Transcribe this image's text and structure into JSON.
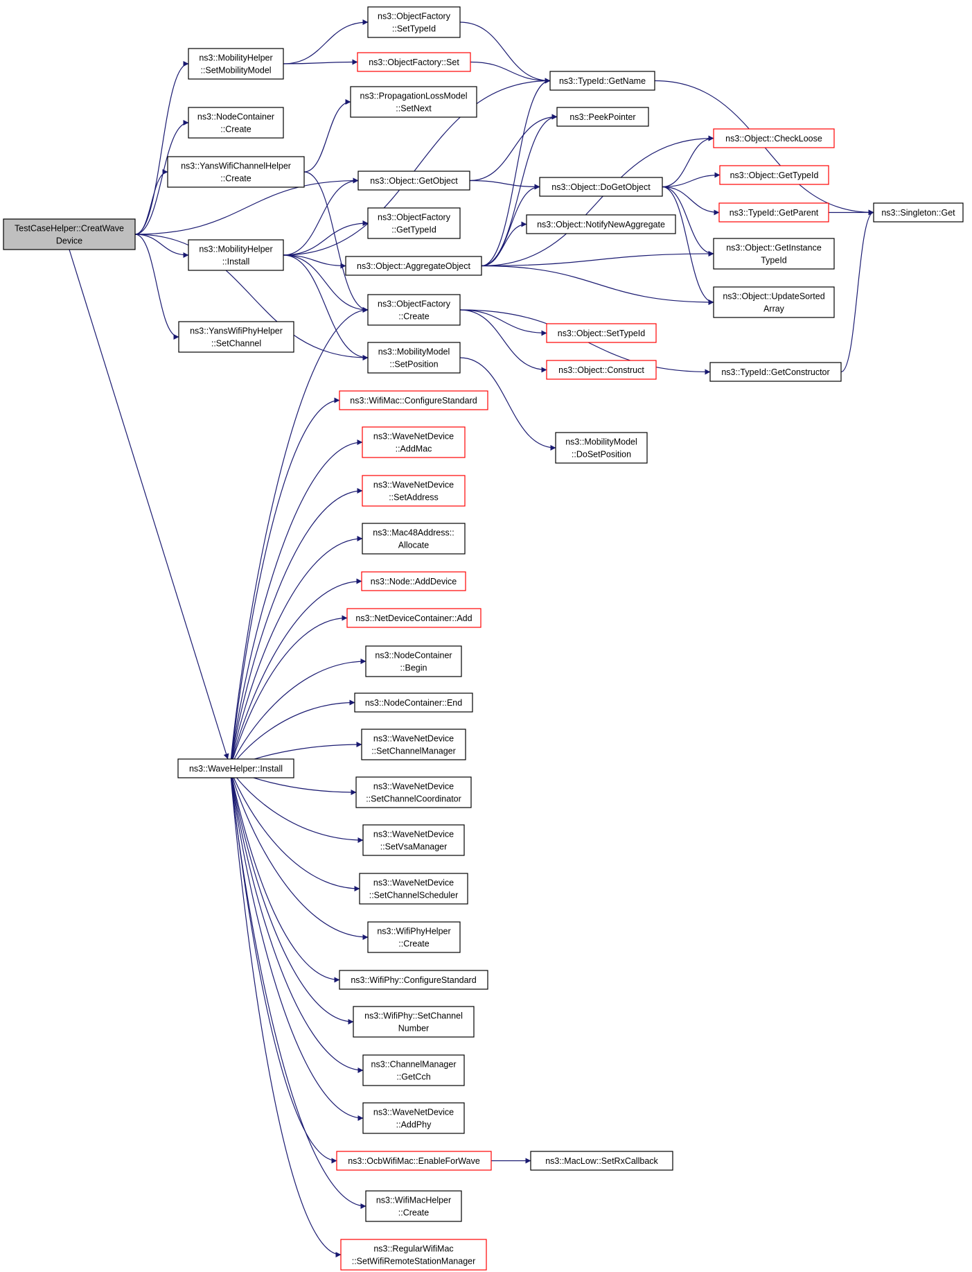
{
  "colors": {
    "edge": "#191970",
    "border_normal": "#000000",
    "border_truncated": "#ff0000",
    "root_fill": "#bfbfbf",
    "node_fill": "#ffffff"
  },
  "nodes": [
    {
      "id": "root",
      "lines": [
        "TestCaseHelper::CreatWave",
        "Device"
      ],
      "style": "root"
    },
    {
      "id": "mh_smm",
      "lines": [
        "ns3::MobilityHelper",
        "::SetMobilityModel"
      ],
      "style": "normal"
    },
    {
      "id": "nc_create",
      "lines": [
        "ns3::NodeContainer",
        "::Create"
      ],
      "style": "normal"
    },
    {
      "id": "ywch_create",
      "lines": [
        "ns3::YansWifiChannelHelper",
        "::Create"
      ],
      "style": "normal"
    },
    {
      "id": "mh_install",
      "lines": [
        "ns3::MobilityHelper",
        "::Install"
      ],
      "style": "normal"
    },
    {
      "id": "ywph_setch",
      "lines": [
        "ns3::YansWifiPhyHelper",
        "::SetChannel"
      ],
      "style": "normal"
    },
    {
      "id": "wh_install",
      "lines": [
        "ns3::WaveHelper::Install"
      ],
      "style": "normal"
    },
    {
      "id": "of_settypeid",
      "lines": [
        "ns3::ObjectFactory",
        "::SetTypeId"
      ],
      "style": "normal"
    },
    {
      "id": "of_set",
      "lines": [
        "ns3::ObjectFactory::Set"
      ],
      "style": "truncated"
    },
    {
      "id": "plm_setnext",
      "lines": [
        "ns3::PropagationLossModel",
        "::SetNext"
      ],
      "style": "normal"
    },
    {
      "id": "obj_getobject",
      "lines": [
        "ns3::Object::GetObject"
      ],
      "style": "normal"
    },
    {
      "id": "of_gettypeid",
      "lines": [
        "ns3::ObjectFactory",
        "::GetTypeId"
      ],
      "style": "normal"
    },
    {
      "id": "obj_aggregate",
      "lines": [
        "ns3::Object::AggregateObject"
      ],
      "style": "normal"
    },
    {
      "id": "of_create",
      "lines": [
        "ns3::ObjectFactory",
        "::Create"
      ],
      "style": "normal"
    },
    {
      "id": "mm_setpos",
      "lines": [
        "ns3::MobilityModel",
        "::SetPosition"
      ],
      "style": "normal"
    },
    {
      "id": "wm_cfg",
      "lines": [
        "ns3::WifiMac::ConfigureStandard"
      ],
      "style": "truncated"
    },
    {
      "id": "wnd_addmac",
      "lines": [
        "ns3::WaveNetDevice",
        "::AddMac"
      ],
      "style": "truncated"
    },
    {
      "id": "wnd_setaddr",
      "lines": [
        "ns3::WaveNetDevice",
        "::SetAddress"
      ],
      "style": "truncated"
    },
    {
      "id": "mac48_alloc",
      "lines": [
        "ns3::Mac48Address::",
        "Allocate"
      ],
      "style": "normal"
    },
    {
      "id": "node_adddev",
      "lines": [
        "ns3::Node::AddDevice"
      ],
      "style": "truncated"
    },
    {
      "id": "ndc_add",
      "lines": [
        "ns3::NetDeviceContainer::Add"
      ],
      "style": "truncated"
    },
    {
      "id": "nc_begin",
      "lines": [
        "ns3::NodeContainer",
        "::Begin"
      ],
      "style": "normal"
    },
    {
      "id": "nc_end",
      "lines": [
        "ns3::NodeContainer::End"
      ],
      "style": "normal"
    },
    {
      "id": "wnd_setchmgr",
      "lines": [
        "ns3::WaveNetDevice",
        "::SetChannelManager"
      ],
      "style": "normal"
    },
    {
      "id": "wnd_setchcoord",
      "lines": [
        "ns3::WaveNetDevice",
        "::SetChannelCoordinator"
      ],
      "style": "normal"
    },
    {
      "id": "wnd_setvsa",
      "lines": [
        "ns3::WaveNetDevice",
        "::SetVsaManager"
      ],
      "style": "normal"
    },
    {
      "id": "wnd_setchsched",
      "lines": [
        "ns3::WaveNetDevice",
        "::SetChannelScheduler"
      ],
      "style": "normal"
    },
    {
      "id": "wph_create",
      "lines": [
        "ns3::WifiPhyHelper",
        "::Create"
      ],
      "style": "normal"
    },
    {
      "id": "wp_cfg",
      "lines": [
        "ns3::WifiPhy::ConfigureStandard"
      ],
      "style": "normal"
    },
    {
      "id": "wp_setchnum",
      "lines": [
        "ns3::WifiPhy::SetChannel",
        "Number"
      ],
      "style": "normal"
    },
    {
      "id": "cm_getcch",
      "lines": [
        "ns3::ChannelManager",
        "::GetCch"
      ],
      "style": "normal"
    },
    {
      "id": "wnd_addphy",
      "lines": [
        "ns3::WaveNetDevice",
        "::AddPhy"
      ],
      "style": "normal"
    },
    {
      "id": "owm_enable",
      "lines": [
        "ns3::OcbWifiMac::EnableForWave"
      ],
      "style": "truncated"
    },
    {
      "id": "wmh_create",
      "lines": [
        "ns3::WifiMacHelper",
        "::Create"
      ],
      "style": "normal"
    },
    {
      "id": "rwm_setrsm",
      "lines": [
        "ns3::RegularWifiMac",
        "::SetWifiRemoteStationManager"
      ],
      "style": "truncated"
    },
    {
      "id": "tid_getname",
      "lines": [
        "ns3::TypeId::GetName"
      ],
      "style": "normal"
    },
    {
      "id": "peekpointer",
      "lines": [
        "ns3::PeekPointer"
      ],
      "style": "normal"
    },
    {
      "id": "obj_dogetobject",
      "lines": [
        "ns3::Object::DoGetObject"
      ],
      "style": "normal"
    },
    {
      "id": "obj_notify",
      "lines": [
        "ns3::Object::NotifyNewAggregate"
      ],
      "style": "normal"
    },
    {
      "id": "obj_settypeid",
      "lines": [
        "ns3::Object::SetTypeId"
      ],
      "style": "truncated"
    },
    {
      "id": "obj_construct",
      "lines": [
        "ns3::Object::Construct"
      ],
      "style": "truncated"
    },
    {
      "id": "mm_dosetpos",
      "lines": [
        "ns3::MobilityModel",
        "::DoSetPosition"
      ],
      "style": "normal"
    },
    {
      "id": "maclow_setrx",
      "lines": [
        "ns3::MacLow::SetRxCallback"
      ],
      "style": "normal"
    },
    {
      "id": "obj_checkloose",
      "lines": [
        "ns3::Object::CheckLoose"
      ],
      "style": "truncated"
    },
    {
      "id": "obj_gettypeid",
      "lines": [
        "ns3::Object::GetTypeId"
      ],
      "style": "truncated"
    },
    {
      "id": "tid_getparent",
      "lines": [
        "ns3::TypeId::GetParent"
      ],
      "style": "truncated"
    },
    {
      "id": "obj_getinst",
      "lines": [
        "ns3::Object::GetInstance",
        "TypeId"
      ],
      "style": "normal"
    },
    {
      "id": "obj_updsorted",
      "lines": [
        "ns3::Object::UpdateSorted",
        "Array"
      ],
      "style": "normal"
    },
    {
      "id": "tid_getctor",
      "lines": [
        "ns3::TypeId::GetConstructor"
      ],
      "style": "normal"
    },
    {
      "id": "singleton_get",
      "lines": [
        "ns3::Singleton::Get"
      ],
      "style": "normal"
    }
  ],
  "edges": [
    [
      "root",
      "mh_smm"
    ],
    [
      "root",
      "nc_create"
    ],
    [
      "root",
      "ywch_create"
    ],
    [
      "root",
      "obj_getobject"
    ],
    [
      "root",
      "mh_install"
    ],
    [
      "root",
      "mm_setpos"
    ],
    [
      "root",
      "ywph_setch"
    ],
    [
      "root",
      "wh_install"
    ],
    [
      "mh_smm",
      "of_settypeid"
    ],
    [
      "mh_smm",
      "of_set"
    ],
    [
      "of_settypeid",
      "tid_getname"
    ],
    [
      "of_set",
      "tid_getname"
    ],
    [
      "ywch_create",
      "plm_setnext"
    ],
    [
      "ywch_create",
      "of_create"
    ],
    [
      "mh_install",
      "tid_getname"
    ],
    [
      "mh_install",
      "obj_getobject"
    ],
    [
      "mh_install",
      "of_gettypeid"
    ],
    [
      "mh_install",
      "obj_aggregate"
    ],
    [
      "mh_install",
      "of_create"
    ],
    [
      "mh_install",
      "mm_setpos"
    ],
    [
      "obj_getobject",
      "peekpointer"
    ],
    [
      "obj_getobject",
      "obj_dogetobject"
    ],
    [
      "obj_aggregate",
      "tid_getname"
    ],
    [
      "obj_aggregate",
      "peekpointer"
    ],
    [
      "obj_aggregate",
      "obj_checkloose"
    ],
    [
      "obj_aggregate",
      "obj_dogetobject"
    ],
    [
      "obj_aggregate",
      "obj_notify"
    ],
    [
      "obj_aggregate",
      "obj_getinst"
    ],
    [
      "obj_aggregate",
      "obj_updsorted"
    ],
    [
      "obj_dogetobject",
      "obj_checkloose"
    ],
    [
      "obj_dogetobject",
      "obj_gettypeid"
    ],
    [
      "obj_dogetobject",
      "tid_getparent"
    ],
    [
      "obj_dogetobject",
      "obj_getinst"
    ],
    [
      "obj_dogetobject",
      "obj_updsorted"
    ],
    [
      "tid_getname",
      "singleton_get"
    ],
    [
      "tid_getparent",
      "singleton_get"
    ],
    [
      "tid_getctor",
      "singleton_get"
    ],
    [
      "of_create",
      "obj_settypeid"
    ],
    [
      "of_create",
      "obj_construct"
    ],
    [
      "of_create",
      "tid_getctor"
    ],
    [
      "mm_setpos",
      "mm_dosetpos"
    ],
    [
      "wh_install",
      "of_create"
    ],
    [
      "wh_install",
      "wm_cfg"
    ],
    [
      "wh_install",
      "wnd_addmac"
    ],
    [
      "wh_install",
      "wnd_setaddr"
    ],
    [
      "wh_install",
      "mac48_alloc"
    ],
    [
      "wh_install",
      "node_adddev"
    ],
    [
      "wh_install",
      "ndc_add"
    ],
    [
      "wh_install",
      "nc_begin"
    ],
    [
      "wh_install",
      "nc_end"
    ],
    [
      "wh_install",
      "wnd_setchmgr"
    ],
    [
      "wh_install",
      "wnd_setchcoord"
    ],
    [
      "wh_install",
      "wnd_setvsa"
    ],
    [
      "wh_install",
      "wnd_setchsched"
    ],
    [
      "wh_install",
      "wph_create"
    ],
    [
      "wh_install",
      "wp_cfg"
    ],
    [
      "wh_install",
      "wp_setchnum"
    ],
    [
      "wh_install",
      "cm_getcch"
    ],
    [
      "wh_install",
      "wnd_addphy"
    ],
    [
      "wh_install",
      "owm_enable"
    ],
    [
      "wh_install",
      "wmh_create"
    ],
    [
      "wh_install",
      "rwm_setrsm"
    ],
    [
      "owm_enable",
      "maclow_setrx"
    ]
  ]
}
